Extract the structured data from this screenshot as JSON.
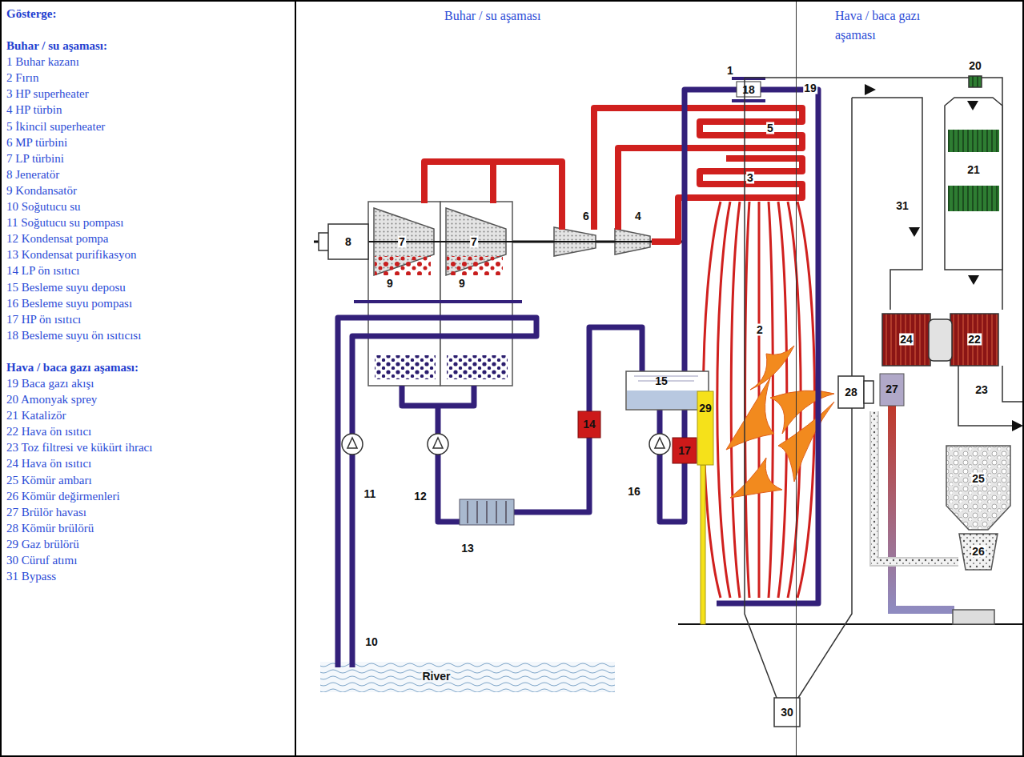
{
  "diagram": {
    "nodes": [
      {
        "text": [
          "Gösterge:",
          "Buhar / su aşaması:",
          "1 Buhar kazanı",
          "2 Fırın",
          "3 HP superheater",
          "4 HP türbin",
          "5 İkincil superheater",
          "6 MP türbini",
          "7 LP türbini",
          "8 Jeneratör",
          "9 Kondansatör",
          "10 Soğutucu su",
          "11 Soğutucu su pompası",
          "12 Kondensat pompa",
          "13 Kondensat purifikasyon",
          "14 LP ön ısıtıcı",
          "15 Besleme suyu deposu",
          "16 Besleme suyu pompası",
          "17 HP ön ısıtıcı",
          "18 Besleme suyu ön ısıtıcısı",
          "Hava / baca gazı aşaması:",
          "19 Baca gazı akışı",
          "20 Amonyak sprey",
          "21 Katalizör",
          "22 Hava ön ısıtıcı",
          "23 Toz filtresi ve kükürt ihracı",
          "24 Hava ön ısıtıcı",
          "25 Kömür ambarı",
          "26 Kömür değirmenleri",
          "27 Brülör havası",
          "28 Kömür brülörü",
          "29 Gaz brülörü",
          "30 Cüruf atımı",
          "31 Bypass"
        ]
      },
      {
        "text": [
          "Buhar / su aşaması"
        ]
      },
      {
        "text": [
          "Hava / baca gazı aşaması"
        ]
      }
    ],
    "labels": [
      "1",
      "19",
      "20",
      "31",
      "21",
      "18",
      "5",
      "6",
      "4",
      "3",
      "8",
      "7",
      "7",
      "9",
      "9",
      "15",
      "14",
      "16",
      "17",
      "11",
      "12",
      "13",
      "2",
      "28",
      "29",
      "24",
      "22",
      "23",
      "27",
      "25",
      "26",
      "10",
      "30",
      "River"
    ]
  }
}
